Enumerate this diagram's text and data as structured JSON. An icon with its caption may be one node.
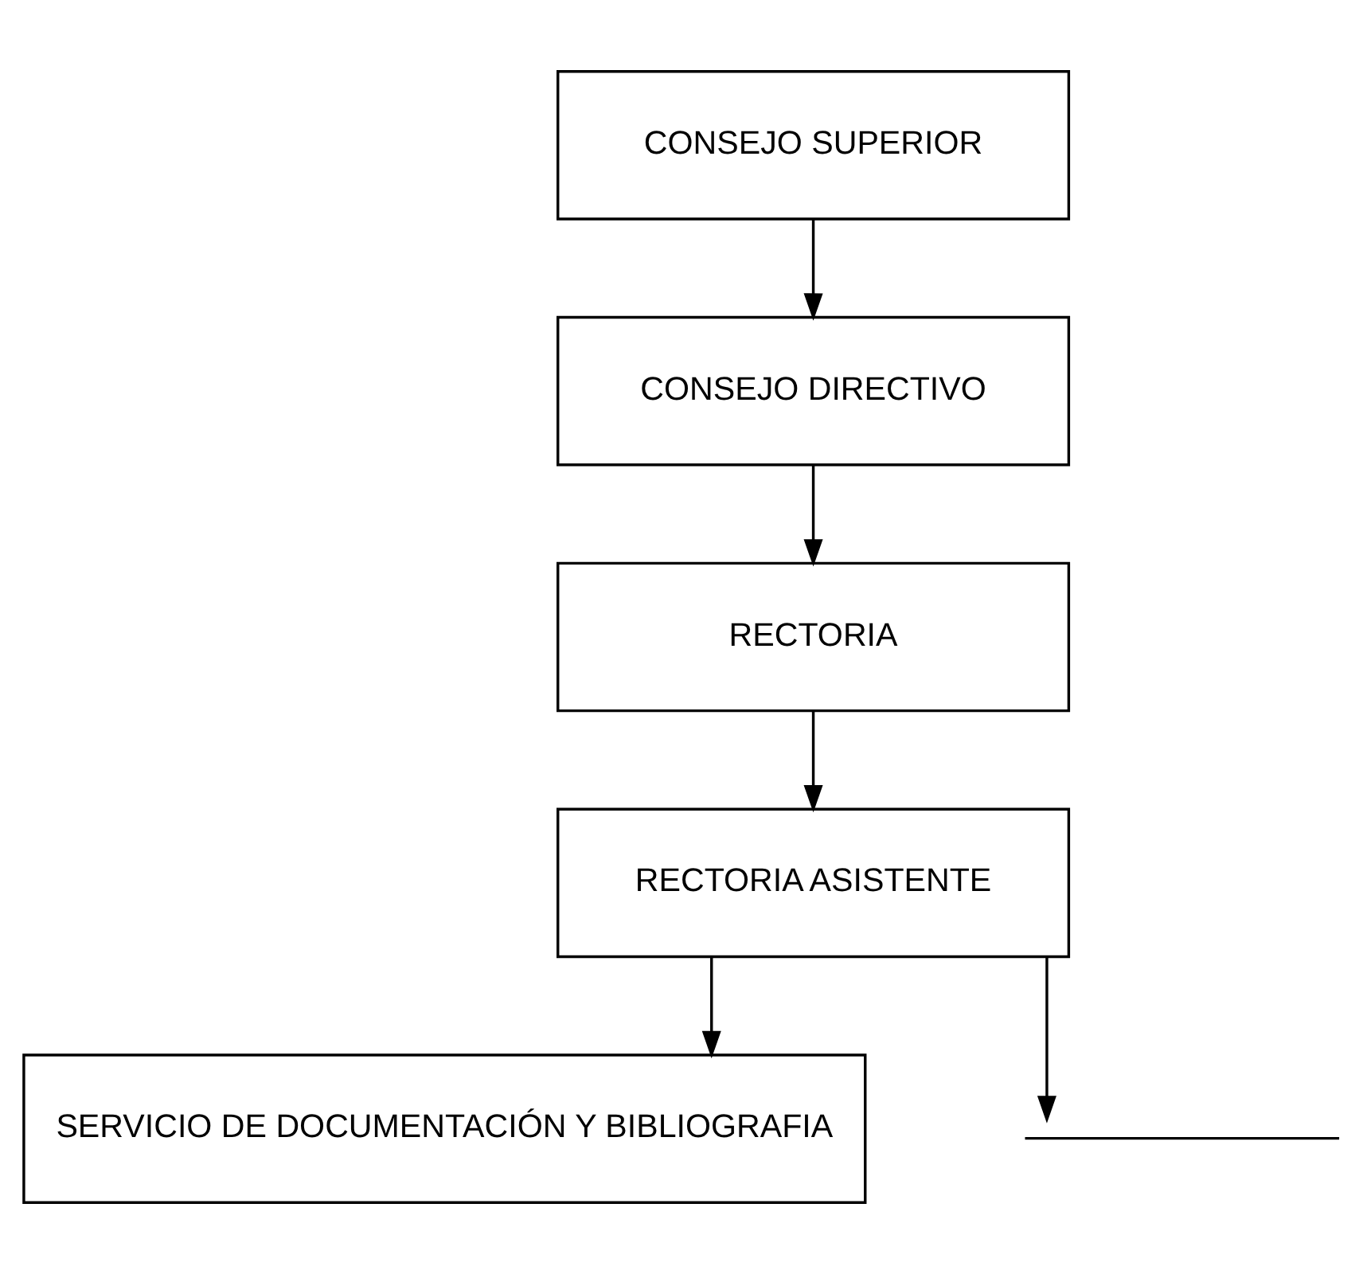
{
  "diagram": {
    "nodes": [
      {
        "text": [
          "CONSEJO SUPERIOR"
        ]
      },
      {
        "text": [
          "CONSEJO DIRECTIVO"
        ]
      },
      {
        "text": [
          "RECTORIA"
        ]
      },
      {
        "text": [
          "RECTORIA ASISTENTE"
        ]
      },
      {
        "text": [
          "SERVICIO DE DOCUMENTACIÓN Y BIBLIOGRAFIA"
        ]
      },
      {
        "text": [],
        "shape": "bar"
      }
    ],
    "edges": [
      {
        "from": 0,
        "to": 1,
        "arrow": "to"
      },
      {
        "from": 1,
        "to": 2,
        "arrow": "to"
      },
      {
        "from": 2,
        "to": 3,
        "arrow": "to"
      },
      {
        "from": 3,
        "to": 4,
        "arrow": "to"
      },
      {
        "from": 3,
        "to": 5,
        "arrow": "to"
      }
    ]
  }
}
